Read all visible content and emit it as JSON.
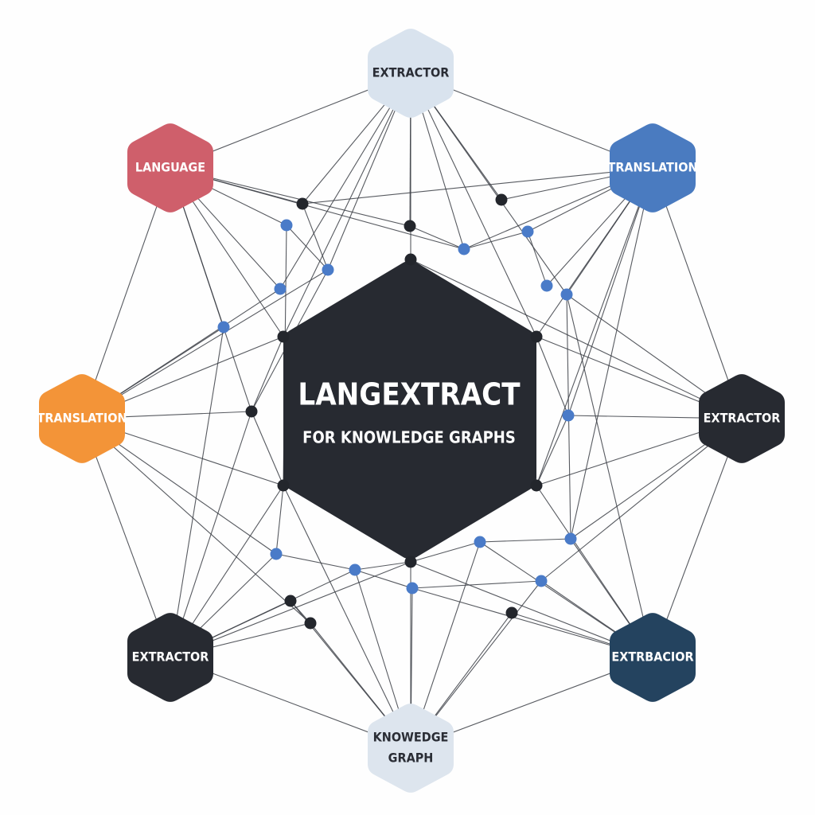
{
  "center": {
    "title": "LANGEXTRACT",
    "subtitle": "FOR KNOWLEDGE GRAPHS"
  },
  "nodes": [
    {
      "id": "top",
      "label": [
        "EXTRACTOR"
      ],
      "fill": "#d9e3ee",
      "text": "#2a2d35"
    },
    {
      "id": "top-right",
      "label": [
        "TRANSLATION"
      ],
      "fill": "#4a7bc0",
      "text": "#ffffff"
    },
    {
      "id": "right",
      "label": [
        "EXTRACTOR"
      ],
      "fill": "#272a31",
      "text": "#ffffff"
    },
    {
      "id": "bottom-right",
      "label": [
        "EXTRBACIOR"
      ],
      "fill": "#24435f",
      "text": "#ffffff"
    },
    {
      "id": "bottom",
      "label": [
        "KNOWEDGE",
        "GRAPH"
      ],
      "fill": "#dde5ee",
      "text": "#2a2d35"
    },
    {
      "id": "bottom-left",
      "label": [
        "EXTRACTOR"
      ],
      "fill": "#272a31",
      "text": "#ffffff"
    },
    {
      "id": "left",
      "label": [
        "TRANSLATION"
      ],
      "fill": "#f39438",
      "text": "#ffffff"
    },
    {
      "id": "top-left",
      "label": [
        "LANGUAGE"
      ],
      "fill": "#cf5f6b",
      "text": "#ffffff"
    }
  ],
  "colors": {
    "center": "#272a31",
    "dot_dark": "#23262c",
    "dot_blue": "#4a7bc8",
    "edge": "#3a3d44"
  }
}
